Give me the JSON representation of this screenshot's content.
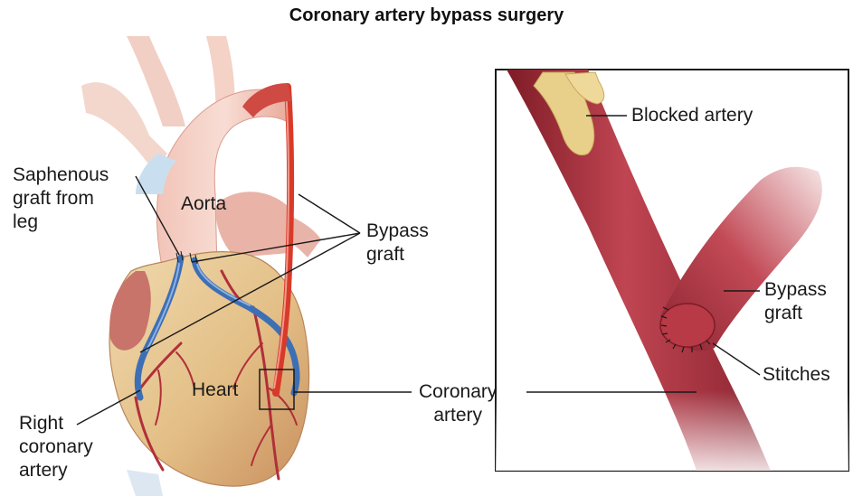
{
  "title": "Coronary artery bypass surgery",
  "labels": {
    "saphenous": [
      "Saphenous",
      "graft from",
      "leg"
    ],
    "aorta": "Aorta",
    "bypass_left": [
      "Bypass",
      "graft"
    ],
    "heart": "Heart",
    "right_coronary": [
      "Right",
      "coronary",
      "artery"
    ],
    "coronary_artery": [
      "Coronary",
      "artery"
    ],
    "blocked_artery": "Blocked artery",
    "bypass_right": [
      "Bypass",
      "graft"
    ],
    "stitches": "Stitches"
  },
  "colors": {
    "artery": "#b0303a",
    "artery_dark": "#7e1c26",
    "graft_red": "#d83a2a",
    "vein_blue": "#3d6fb5",
    "heart_muscle": "#e3c38f",
    "plaque": "#e8d08a",
    "line": "#1a1a1a"
  }
}
